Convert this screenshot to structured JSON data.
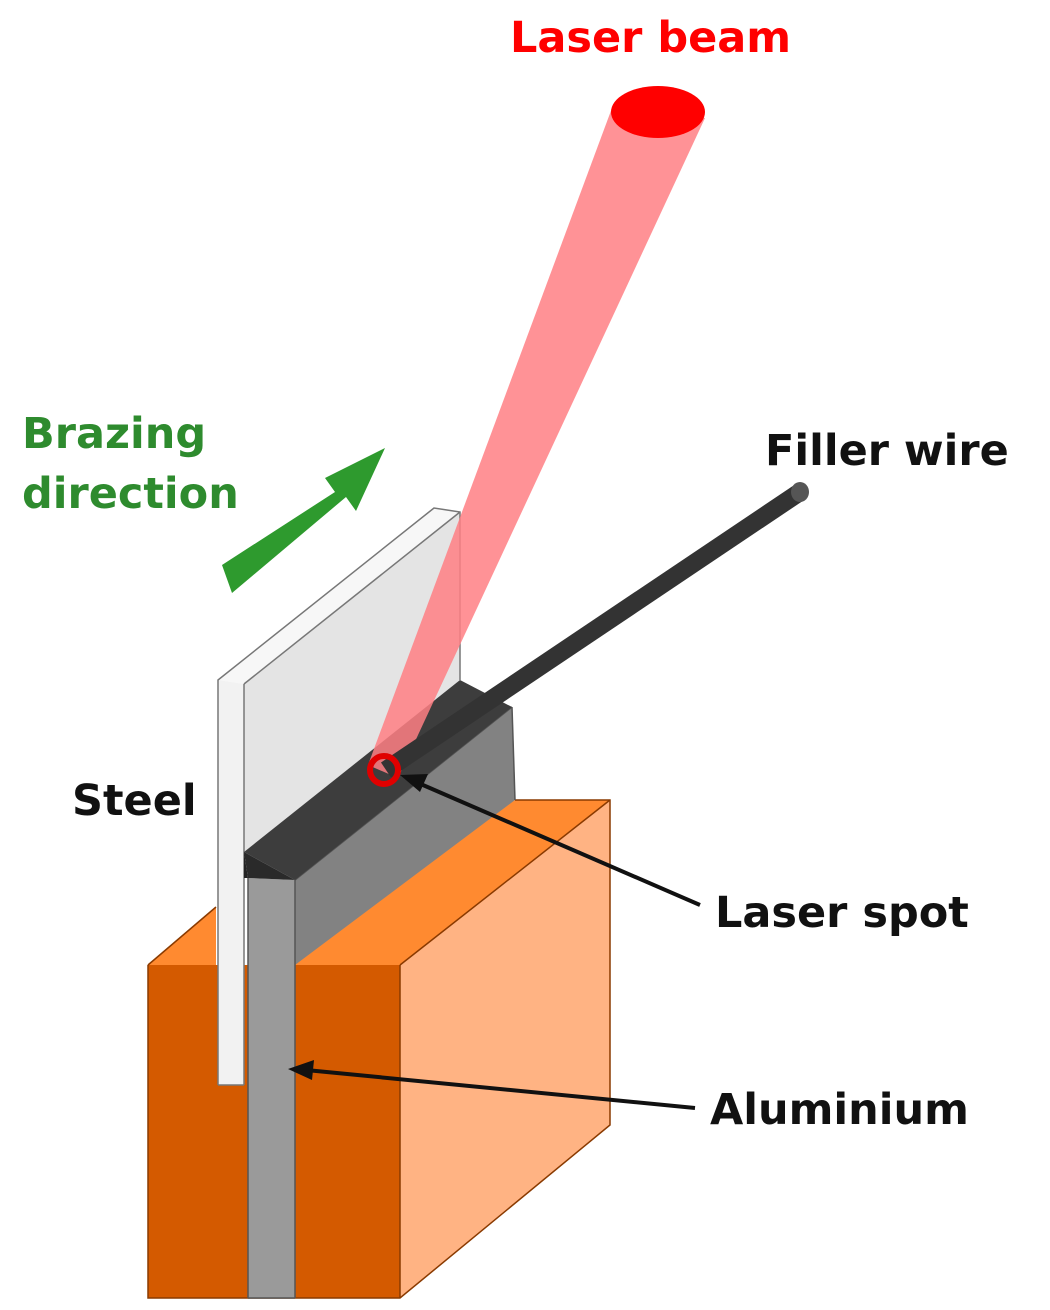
{
  "labels": {
    "laser_beam": "Laser beam",
    "brazing_line1": "Brazing",
    "brazing_line2": "direction",
    "filler_wire": "Filler wire",
    "steel": "Steel",
    "laser_spot": "Laser spot",
    "aluminium": "Aluminium"
  },
  "colors": {
    "laser_label": "#ff0000",
    "brazing_label": "#2e8b2e",
    "text": "#111111",
    "laser_beam": "#ff7f84",
    "laser_cap": "#ff0000",
    "filler_wire": "#333333",
    "steel": "#e8e8e8",
    "aluminium": "#8c8c8c",
    "clamp_front": "#d45a00",
    "clamp_top": "#ff8a30",
    "clamp_side": "#ffb383",
    "arrow": "#2e9a2e"
  }
}
